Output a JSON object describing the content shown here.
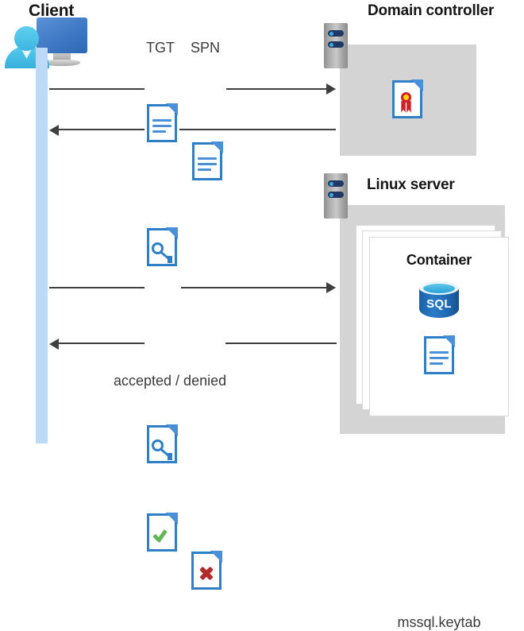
{
  "diagram": {
    "title_client": "Client",
    "title_domain_controller": "Domain controller",
    "title_linux_server": "Linux server",
    "title_container": "Container",
    "keytab_file": "mssql.keytab",
    "sql_label": "SQL"
  },
  "messages": {
    "tgt_label": "TGT",
    "spn_label": "SPN",
    "result_label": "accepted / denied"
  },
  "icons": {
    "client": "user-monitor-icon",
    "server_rack": "server-rack-icon",
    "tgt_doc": "document-icon",
    "spn_doc": "document-icon",
    "ticket_doc": "document-key-icon",
    "cert_doc": "document-certificate-icon",
    "accept_doc": "document-check-icon",
    "deny_doc": "document-cross-icon",
    "sql_db": "sql-database-icon",
    "keytab_doc": "document-icon"
  },
  "colors": {
    "lifeline": "#bcd9f7",
    "panel_gray": "#d4d4d4",
    "doc_blue": "#2f7fc8",
    "doc_fold_blue": "#4a90d9",
    "accept_green": "#64b755",
    "deny_red": "#b52b2b",
    "arrow": "#3f3f3f",
    "sql_blue": "#1e6bb5",
    "rack_navy": "#1f3864",
    "cert_yellow": "#ffd400",
    "cert_red": "#cf2027"
  },
  "flows": [
    {
      "name": "client-to-dc-request",
      "direction": "right"
    },
    {
      "name": "dc-to-client-ticket",
      "direction": "left"
    },
    {
      "name": "client-to-linux-ticket",
      "direction": "right"
    },
    {
      "name": "linux-to-client-result",
      "direction": "left"
    }
  ]
}
